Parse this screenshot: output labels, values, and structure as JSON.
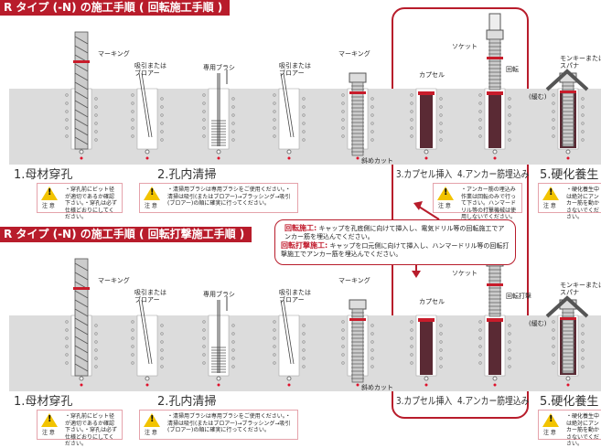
{
  "sections": [
    {
      "title": "R タイプ (-N) の施工手順 ( 回転施工手順 )",
      "labels": {
        "marking1": "マーキング",
        "blower1": "吸引または\nブロアー",
        "brush": "専用ブラシ",
        "blower2": "吸引または\nブロアー",
        "marking2": "マーキング",
        "diagonal_cut": "斜めカット",
        "socket": "ソケット",
        "capsule": "カプセル",
        "rotation": "回転",
        "wrench": "モンキーまたは\nスパナ",
        "loosen": "(緩む)"
      },
      "steps": [
        "1.母材穿孔",
        "2.孔内清掃",
        "3.カプセル挿入",
        "4.アンカー筋埋込み",
        "5.硬化養生"
      ],
      "cautions": {
        "drill": "・穿孔前にビット径が適切であるか確認下さい。・穿孔は必ず仕様どおりにしてください。",
        "clean": "・清掃用ブラシは専用ブラシをご使用ください。・清掃は吸引(またはブロアー)→ブラッシング→吸引(ブロアー)の順に確実に行ってください。",
        "embed": "・アンカー筋の埋込み作業は回転のみで行って下さい。ハンマードリル等の打撃機械は使用しないでください。",
        "cure": "・硬化養生中は絶対にアンカー筋を動かさないでください。"
      }
    },
    {
      "title": "R タイプ (-N) の施工手順 ( 回転打撃施工手順 )",
      "labels": {
        "marking1": "マーキング",
        "blower1": "吸引または\nブロアー",
        "brush": "専用ブラシ",
        "blower2": "吸引または\nブロアー",
        "marking2": "マーキング",
        "diagonal_cut": "斜めカット",
        "socket": "ソケット",
        "capsule": "カプセル",
        "rotation": "回転打撃",
        "wrench": "モンキーまたは\nスパナ",
        "loosen": "(緩む)"
      },
      "steps": [
        "1.母材穿孔",
        "2.孔内清掃",
        "3.カプセル挿入",
        "4.アンカー筋埋込み",
        "5.硬化養生"
      ],
      "cautions": {
        "drill": "・穿孔前にビット径が適切であるか確認下さい。・穿孔は必ず仕様どおりにしてください。",
        "clean": "・清掃用ブラシは専用ブラシをご使用ください。・清掃は吸引(またはブロアー)→ブラッシング→吸引(ブロアー)の順に確実に行ってください。",
        "cure": "・硬化養生中は絶対にアンカー筋を動かさないでください。"
      }
    }
  ],
  "caution_heading": "注 意",
  "callout": {
    "rotary_label": "回転施工:",
    "rotary_text": "キャップを孔底側に向けて挿入し、電気ドリル等の回転施工でアンカー筋を埋込んでください。",
    "hammer_label": "回転打撃施工:",
    "hammer_text": "キャップを口元側に向けて挿入し、ハンマードリル等の回転打撃施工でアンカー筋を埋込んでください。"
  },
  "colors": {
    "accent": "#b81c2b",
    "ground": "#dcdcdc",
    "anchor": "#5a2a34"
  }
}
